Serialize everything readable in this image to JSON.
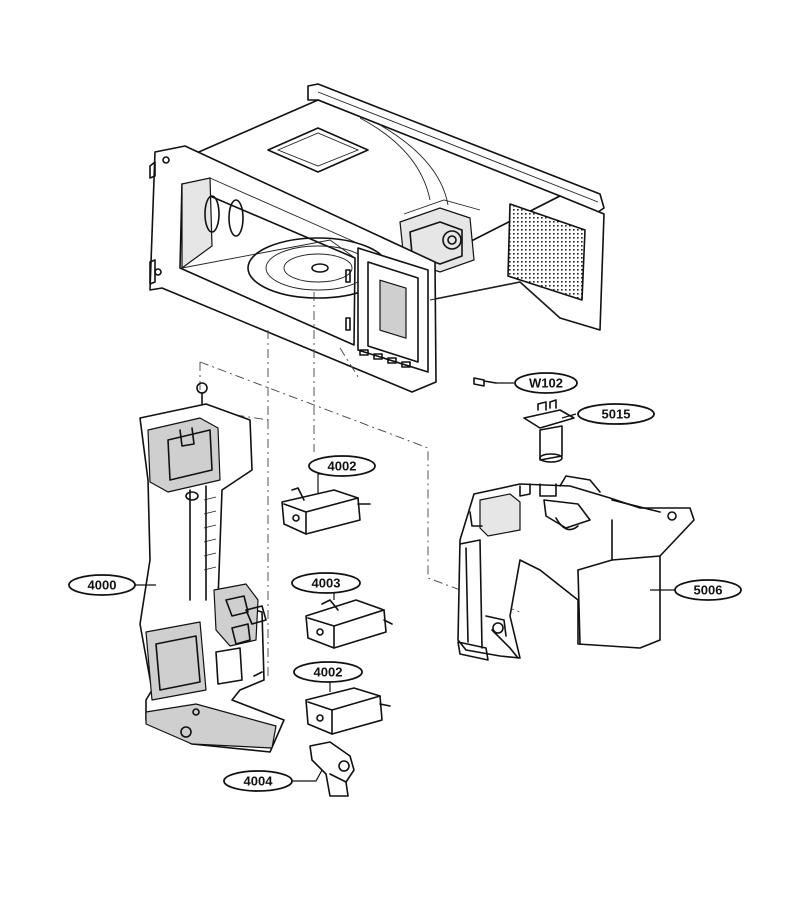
{
  "callouts": [
    {
      "id": "W102"
    },
    {
      "id": "5015"
    },
    {
      "id": "4002"
    },
    {
      "id": "4003"
    },
    {
      "id": "4002"
    },
    {
      "id": "4000"
    },
    {
      "id": "5006"
    },
    {
      "id": "4004"
    }
  ]
}
